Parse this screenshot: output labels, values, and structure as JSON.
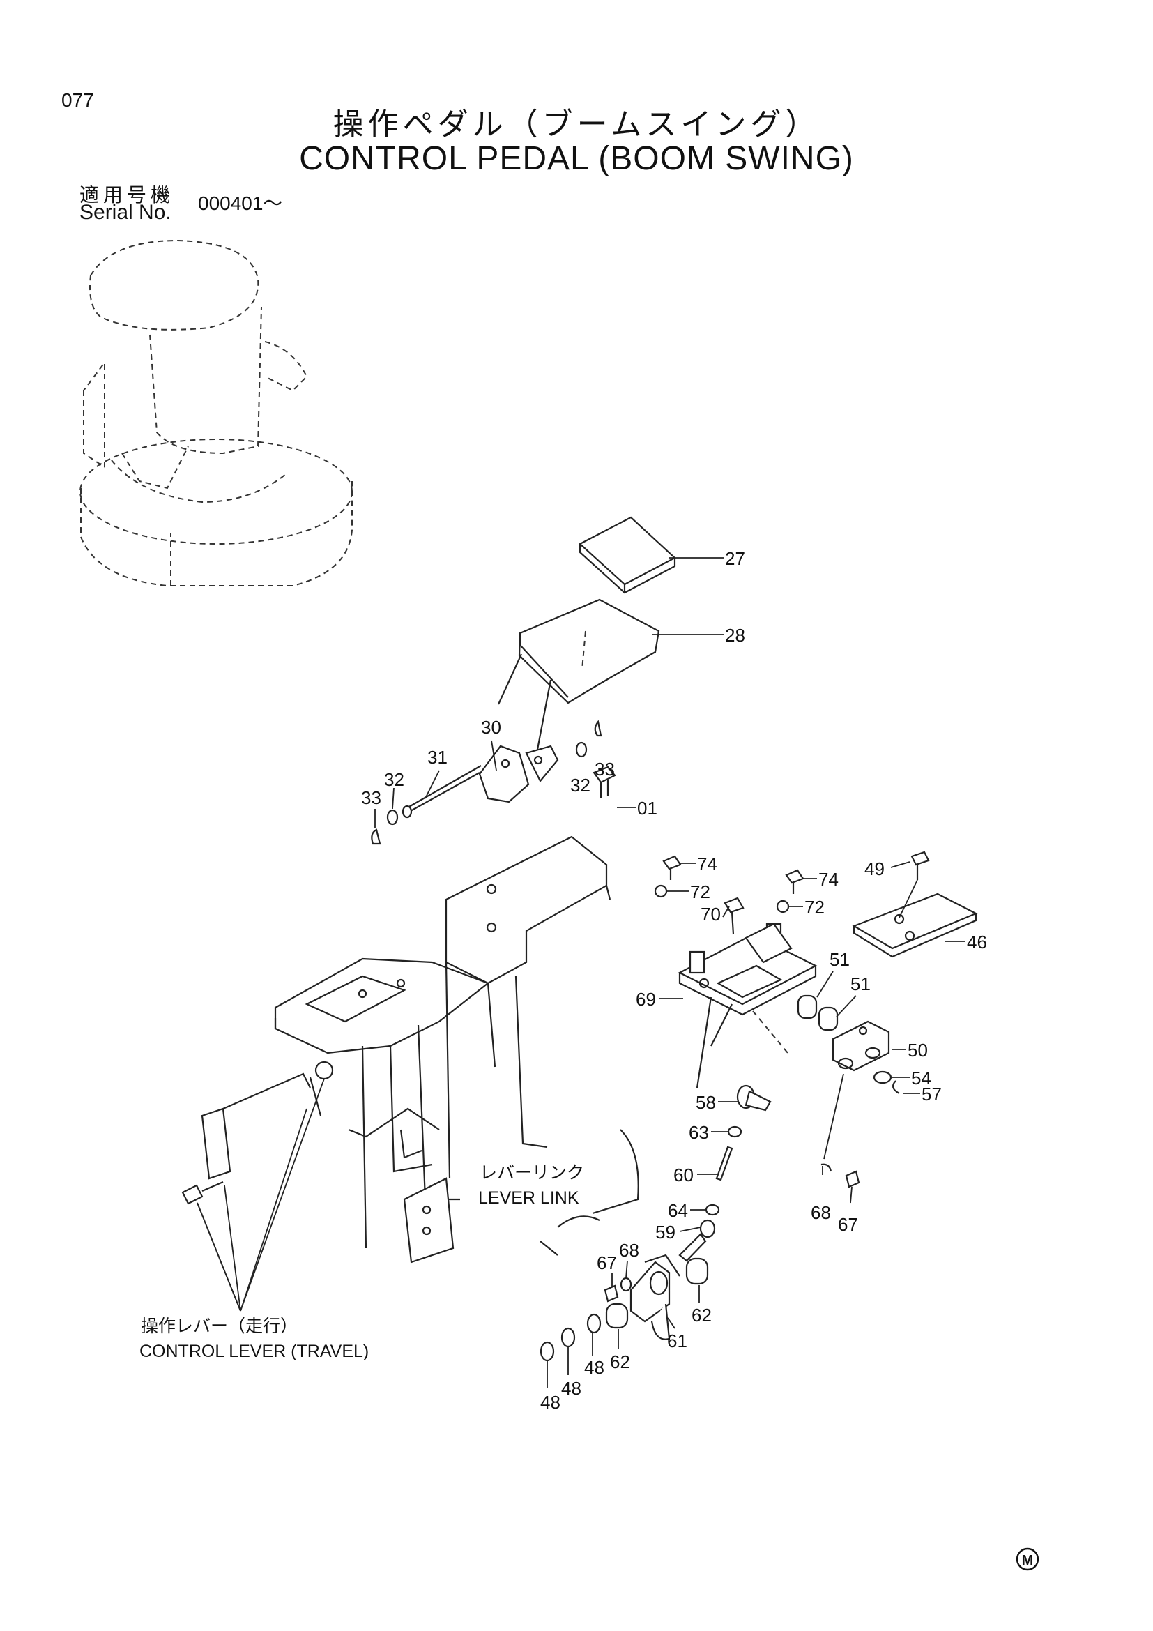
{
  "header": {
    "page_number": "077",
    "title_ja": "操作ペダル（ブームスイング）",
    "title_en": "CONTROL PEDAL (BOOM SWING)",
    "serial_label_ja": "適用号機",
    "serial_label_en": "Serial No.",
    "serial_value": "000401～"
  },
  "captions": {
    "lever_link_ja": "レバーリンク",
    "lever_link_en": "LEVER LINK",
    "control_lever_ja": "操作レバー（走行）",
    "control_lever_en": "CONTROL LEVER  (TRAVEL)"
  },
  "callouts": {
    "c27": "27",
    "c28": "28",
    "c30": "30",
    "c31": "31",
    "c32a": "32",
    "c33a": "33",
    "c32b": "32",
    "c33b": "33",
    "c01": "01",
    "c74a": "74",
    "c72a": "72",
    "c70": "70",
    "c74b": "74",
    "c72b": "72",
    "c49": "49",
    "c46": "46",
    "c69": "69",
    "c51a": "51",
    "c51b": "51",
    "c50": "50",
    "c54": "54",
    "c57": "57",
    "c58": "58",
    "c63": "63",
    "c60": "60",
    "c64": "64",
    "c59": "59",
    "c68a": "68",
    "c67a": "67",
    "c68b": "68",
    "c67b": "67",
    "c62a": "62",
    "c61": "61",
    "c62b": "62",
    "c48a": "48",
    "c48b": "48",
    "c48c": "48"
  },
  "mark": "M"
}
